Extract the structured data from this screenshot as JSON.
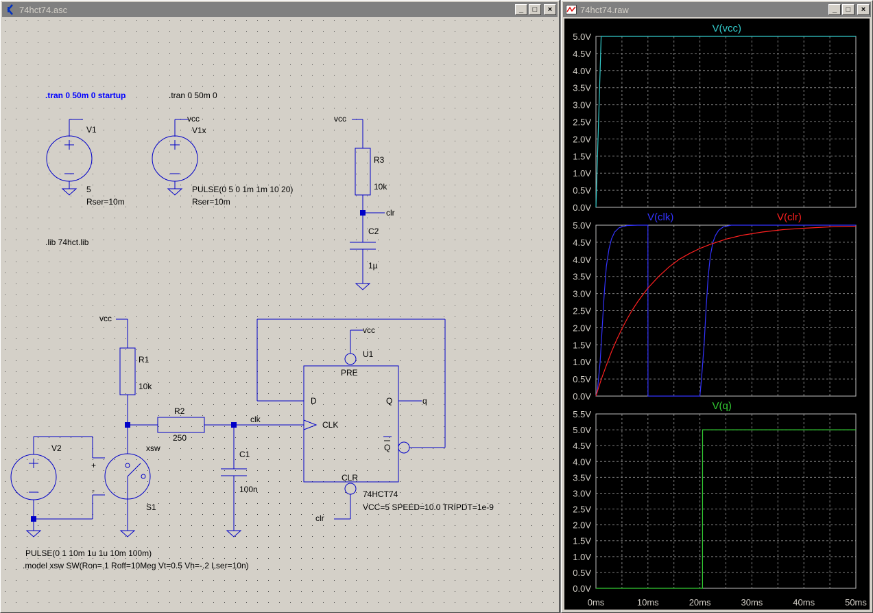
{
  "schematic_window": {
    "title": "74hct74.asc",
    "buttons": [
      "_",
      "□",
      "×"
    ]
  },
  "plot_window": {
    "title": "74hct74.raw",
    "buttons": [
      "_",
      "□",
      "×"
    ]
  },
  "schematic": {
    "directive_tran_startup": ".tran 0 50m 0 startup",
    "directive_tran": ".tran 0 50m 0",
    "directive_lib": ".lib 74hct.lib",
    "v1_name": "V1",
    "v1_value": "5",
    "v1_rser": "Rser=10m",
    "v1x_name": "V1x",
    "v1x_net": "vcc",
    "v1x_value": "PULSE(0 5 0 1m 1m 10 20)",
    "v1x_rser": "Rser=10m",
    "r3_net": "vcc",
    "r3_name": "R3",
    "r3_value": "10k",
    "clr_net": "clr",
    "c2_name": "C2",
    "c2_value": "1µ",
    "r1_net": "vcc",
    "r1_name": "R1",
    "r1_value": "10k",
    "r2_name": "R2",
    "r2_value": "250",
    "clk_net": "clk",
    "c1_name": "C1",
    "c1_value": "100n",
    "v2_name": "V2",
    "sw_model_name": "xsw",
    "s1_name": "S1",
    "plus_sign": "+",
    "minus_sign": "-",
    "v2_value": "PULSE(0 1 10m 1u 1u 10m 100m)",
    "model_line": ".model xsw SW(Ron=.1 Roff=10Meg Vt=0.5 Vh=-.2 Lser=10n)",
    "u1_vcc_net": "vcc",
    "u1_name": "U1",
    "pin_pre": "PRE",
    "pin_d": "D",
    "pin_q": "Q",
    "pin_clk": "CLK",
    "pin_qbar": "Q",
    "pin_clr": "CLR",
    "q_net": "q",
    "u1_clr_net": "clr",
    "u1_part": "74HCT74",
    "u1_params": "VCC=5  SPEED=10.0  TRIPDT=1e-9"
  },
  "colors": {
    "wire": "#0000c8",
    "directive_active": "#0000ff",
    "vcc_trace": "#33cccc",
    "clk_trace": "#3333ff",
    "clr_trace": "#ff2020",
    "q_trace": "#33cc33",
    "plot_grid": "#808080",
    "plot_bg": "#000000"
  },
  "chart_data": [
    {
      "type": "line",
      "title": "",
      "series": [
        {
          "name": "V(vcc)",
          "x": [
            0,
            0.2,
            0.5,
            0.8,
            1,
            1.05,
            50
          ],
          "y": [
            0,
            1.0,
            2.5,
            4.0,
            5.0,
            5.0,
            5.0
          ]
        }
      ],
      "ylim": [
        0,
        5.0
      ],
      "yticks": [
        "0.0V",
        "0.5V",
        "1.0V",
        "1.5V",
        "2.0V",
        "2.5V",
        "3.0V",
        "3.5V",
        "4.0V",
        "4.5V",
        "5.0V"
      ],
      "xlim": [
        0,
        50
      ],
      "grid": true
    },
    {
      "type": "line",
      "title": "",
      "series": [
        {
          "name": "V(clk)",
          "x": [
            0,
            0.3,
            0.8,
            1.2,
            1.6,
            2.0,
            2.5,
            3.0,
            3.6,
            4.5,
            6,
            8,
            10,
            10.01,
            20,
            20.3,
            20.8,
            21.2,
            21.6,
            22.0,
            22.5,
            23.0,
            23.6,
            24.5,
            26,
            30,
            50
          ],
          "y": [
            0,
            0.2,
            1.0,
            2.0,
            3.0,
            3.8,
            4.3,
            4.6,
            4.8,
            4.93,
            4.99,
            5.0,
            5.0,
            0,
            0,
            0.5,
            1.5,
            2.6,
            3.5,
            4.1,
            4.5,
            4.7,
            4.85,
            4.95,
            5.0,
            5.0,
            5.0
          ]
        },
        {
          "name": "V(clr)",
          "x": [
            0,
            1,
            2,
            3,
            4,
            5,
            6,
            7,
            8,
            9,
            10,
            12,
            14,
            16,
            18,
            20,
            22,
            25,
            28,
            32,
            36,
            40,
            45,
            50
          ],
          "y": [
            0,
            0.48,
            0.9,
            1.3,
            1.65,
            1.97,
            2.26,
            2.52,
            2.75,
            2.96,
            3.16,
            3.49,
            3.77,
            4.0,
            4.17,
            4.32,
            4.44,
            4.59,
            4.7,
            4.8,
            4.87,
            4.91,
            4.95,
            4.97
          ]
        }
      ],
      "ylim": [
        0,
        5.0
      ],
      "yticks": [
        "0.0V",
        "0.5V",
        "1.0V",
        "1.5V",
        "2.0V",
        "2.5V",
        "3.0V",
        "3.5V",
        "4.0V",
        "4.5V",
        "5.0V"
      ],
      "xlim": [
        0,
        50
      ],
      "grid": true
    },
    {
      "type": "line",
      "title": "",
      "series": [
        {
          "name": "V(q)",
          "x": [
            0,
            20.5,
            20.51,
            50
          ],
          "y": [
            0,
            0,
            5.0,
            5.0
          ]
        }
      ],
      "ylim": [
        0,
        5.5
      ],
      "yticks": [
        "0.0V",
        "0.5V",
        "1.0V",
        "1.5V",
        "2.0V",
        "2.5V",
        "3.0V",
        "3.5V",
        "4.0V",
        "4.5V",
        "5.0V",
        "5.5V"
      ],
      "xlim": [
        0,
        50
      ],
      "xticks": [
        "0ms",
        "10ms",
        "20ms",
        "30ms",
        "40ms",
        "50ms"
      ],
      "grid": true
    }
  ]
}
